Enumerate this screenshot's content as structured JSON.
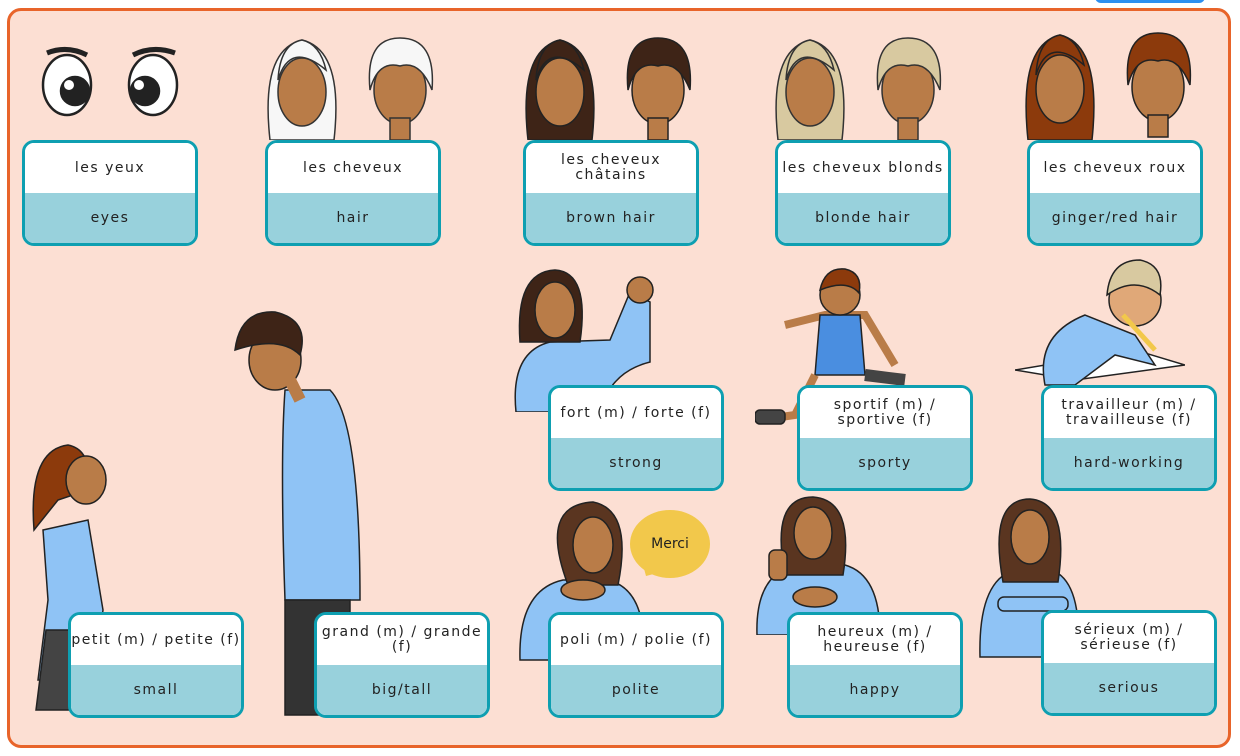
{
  "colors": {
    "frame": "#e8642a",
    "background": "#fcdfd3",
    "card_border": "#0e9fb1",
    "card_english_bg": "#98d1dc",
    "bubble": "#f2c84b"
  },
  "cards": [
    {
      "fr": "les yeux",
      "en": "eyes"
    },
    {
      "fr": "les cheveux",
      "en": "hair"
    },
    {
      "fr": "les cheveux châtains",
      "en": "brown hair"
    },
    {
      "fr": "les cheveux blonds",
      "en": "blonde hair"
    },
    {
      "fr": "les cheveux roux",
      "en": "ginger/red hair"
    },
    {
      "fr": "fort (m) / forte (f)",
      "en": "strong"
    },
    {
      "fr": "sportif (m) / sportive (f)",
      "en": "sporty"
    },
    {
      "fr": "travailleur (m) / travailleuse (f)",
      "en": "hard-working"
    },
    {
      "fr": "petit (m) / petite (f)",
      "en": "small"
    },
    {
      "fr": "grand (m) / grande (f)",
      "en": "big/tall"
    },
    {
      "fr": "poli (m) / polie (f)",
      "en": "polite"
    },
    {
      "fr": "heureux (m) / heureuse (f)",
      "en": "happy"
    },
    {
      "fr": "sérieux (m) / sérieuse (f)",
      "en": "serious"
    }
  ],
  "bubble": "Merci"
}
